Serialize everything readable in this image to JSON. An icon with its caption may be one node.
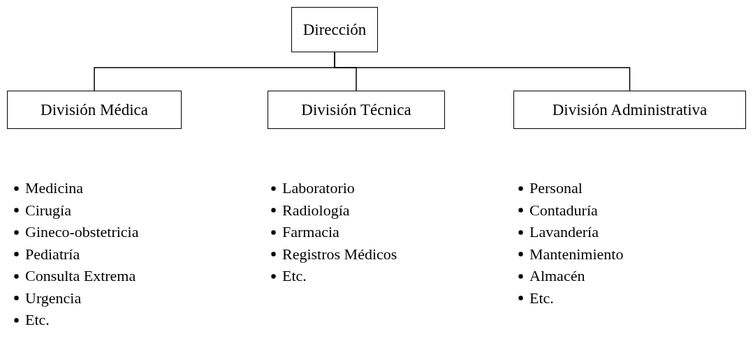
{
  "diagram": {
    "nodes": [
      {
        "text": [
          "Dirección"
        ]
      },
      {
        "text": [
          "División Médica"
        ]
      },
      {
        "text": [
          "División Técnica"
        ]
      },
      {
        "text": [
          "División Administrativa"
        ]
      }
    ],
    "edges": [
      {
        "from": 0,
        "to": 1,
        "arrow": "none"
      },
      {
        "from": 0,
        "to": 2,
        "arrow": "none"
      },
      {
        "from": 0,
        "to": 3,
        "arrow": "none"
      }
    ],
    "labels": [
      "Medicina",
      "Cirugía",
      "Gineco-obstetricia",
      "Pediatría",
      "Consulta Extrema",
      "Urgencia",
      "Etc.",
      "Laboratorio",
      "Radiología",
      "Farmacia",
      "Registros Médicos",
      "Etc.",
      "Personal",
      "Contaduría",
      "Lavandería",
      "Mantenimiento",
      "Almacén",
      "Etc."
    ]
  }
}
